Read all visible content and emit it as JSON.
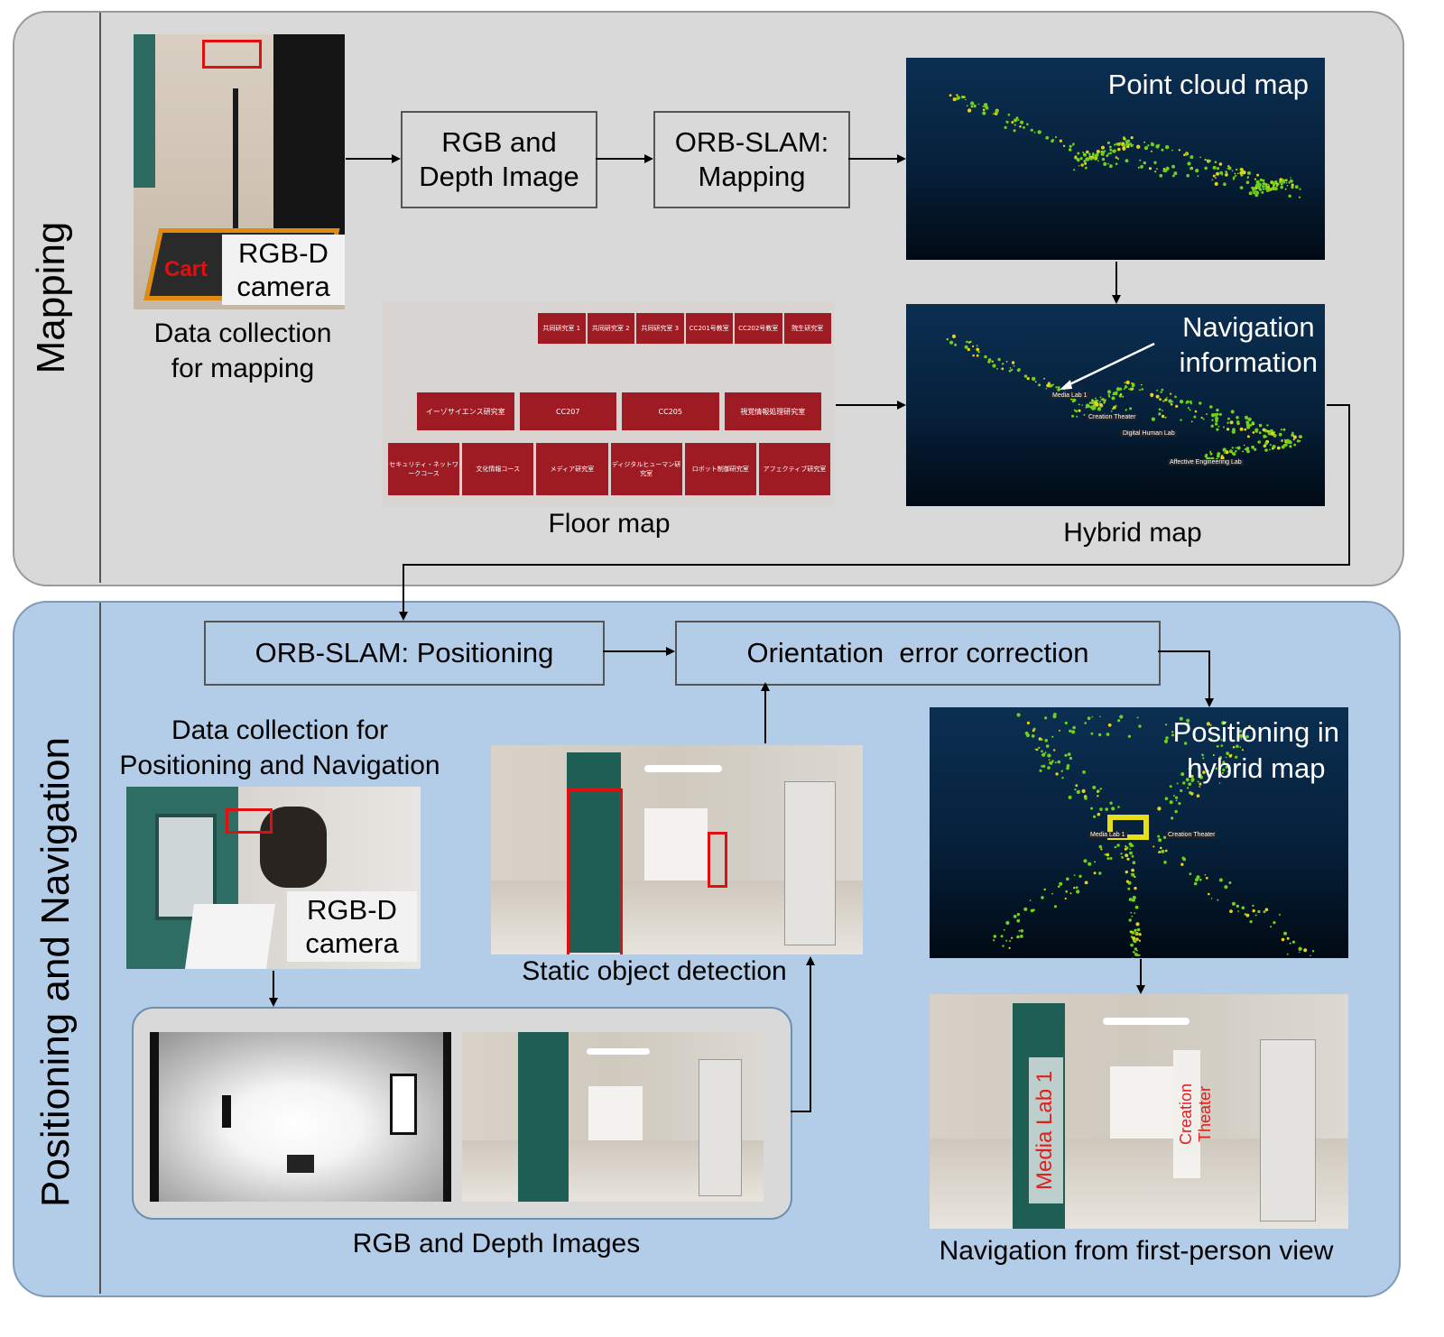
{
  "sections": {
    "mapping": "Mapping",
    "positioning": "Positioning and Navigation"
  },
  "mapping": {
    "camera_label": "RGB-D\ncamera",
    "cart_label": "Cart",
    "data_collection_caption": "Data collection\nfor mapping",
    "rgb_depth_box": "RGB and\nDepth Image",
    "orb_mapping_box": "ORB-SLAM:\nMapping",
    "point_cloud_title": "Point cloud map",
    "navigation_info": "Navigation\ninformation",
    "floor_map_caption": "Floor map",
    "hybrid_map_caption": "Hybrid map",
    "floor_rooms_top": [
      "共同研究室 1",
      "共同研究室 2",
      "共同研究室 3",
      "CC201号教室",
      "CC202号教室",
      "院生研究室"
    ],
    "floor_rooms_mid": [
      "イーゾサイエンス研究室",
      "CC207",
      "CC205",
      "視覚情報処理研究室"
    ],
    "floor_rooms_bottom": [
      "セキュリティ・ネットワークコース",
      "文化情報コース",
      "メディア研究室",
      "ディジタルヒューマン研究室",
      "ロボット制御研究室",
      "アフェクティブ研究室"
    ],
    "hybrid_tags": [
      "Media Lab 1",
      "Digital Human Lab",
      "Creation Theater",
      "Affective Engineering Lab"
    ]
  },
  "positioning": {
    "orb_positioning_box": "ORB-SLAM: Positioning",
    "orientation_box": "Orientation  error correction",
    "data_collection_caption": "Data collection for\nPositioning and Navigation",
    "camera_label": "RGB-D\ncamera",
    "static_detection_caption": "Static object detection",
    "rgb_depth_caption": "RGB and Depth Images",
    "positioning_title": "Positioning in\nhybrid map",
    "navigation_caption": "Navigation from first-person view",
    "sign_left": "Media Lab 1",
    "sign_right": "Creation Theater",
    "pos_tags": [
      "Media Lab 1",
      "Creation Theater"
    ]
  },
  "colors": {
    "mapping_panel": "#d9d9d9",
    "positioning_panel": "#b3cde8",
    "highlight_red": "#e01010",
    "point_green": "#6fd21a",
    "point_yellow": "#e6d21a"
  }
}
